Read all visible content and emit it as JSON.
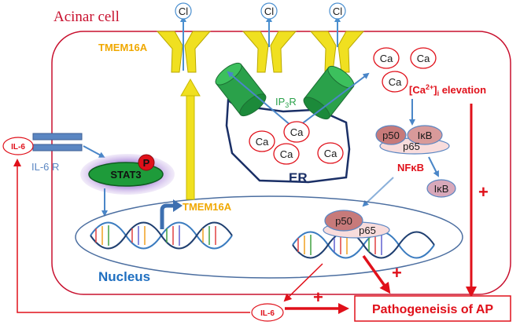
{
  "labels": {
    "cell": "Acinar cell",
    "channel": "TMEM16A",
    "chloride": "Cl",
    "calcium": "Ca",
    "ip3r_prefix": "IP",
    "ip3r_sub": "3",
    "ip3r_suffix": "R",
    "ca_elevation_open": "[Ca",
    "ca_elevation_sup": "2+",
    "ca_elevation_close": "]",
    "ca_elevation_sub": "i",
    "ca_elevation_tail": " elevation",
    "il6": "IL-6",
    "il6r": "IL-6 R",
    "stat3": "STAT3",
    "phospho": "P",
    "er": "ER",
    "p50": "p50",
    "p65": "p65",
    "ikb": "IκB",
    "nfkb": "NFκB",
    "gene": "TMEM16A",
    "nucleus": "Nucleus",
    "outcome": "Pathogeneisis of AP",
    "plus": "+"
  },
  "colors": {
    "membrane": "#c8102e",
    "chloride": "#4a8fcf",
    "channel": "#f0e020",
    "channel_label": "#f0a800",
    "ip3r": "#2aa14a",
    "ip3r_dark": "#1c6d33",
    "stat3": "#1e9b3a",
    "nucleus_stroke": "#4b6ea0",
    "nucleus_label": "#1f6fc0",
    "arrow": "#4a86c8",
    "receptor": "#5b86c2"
  }
}
